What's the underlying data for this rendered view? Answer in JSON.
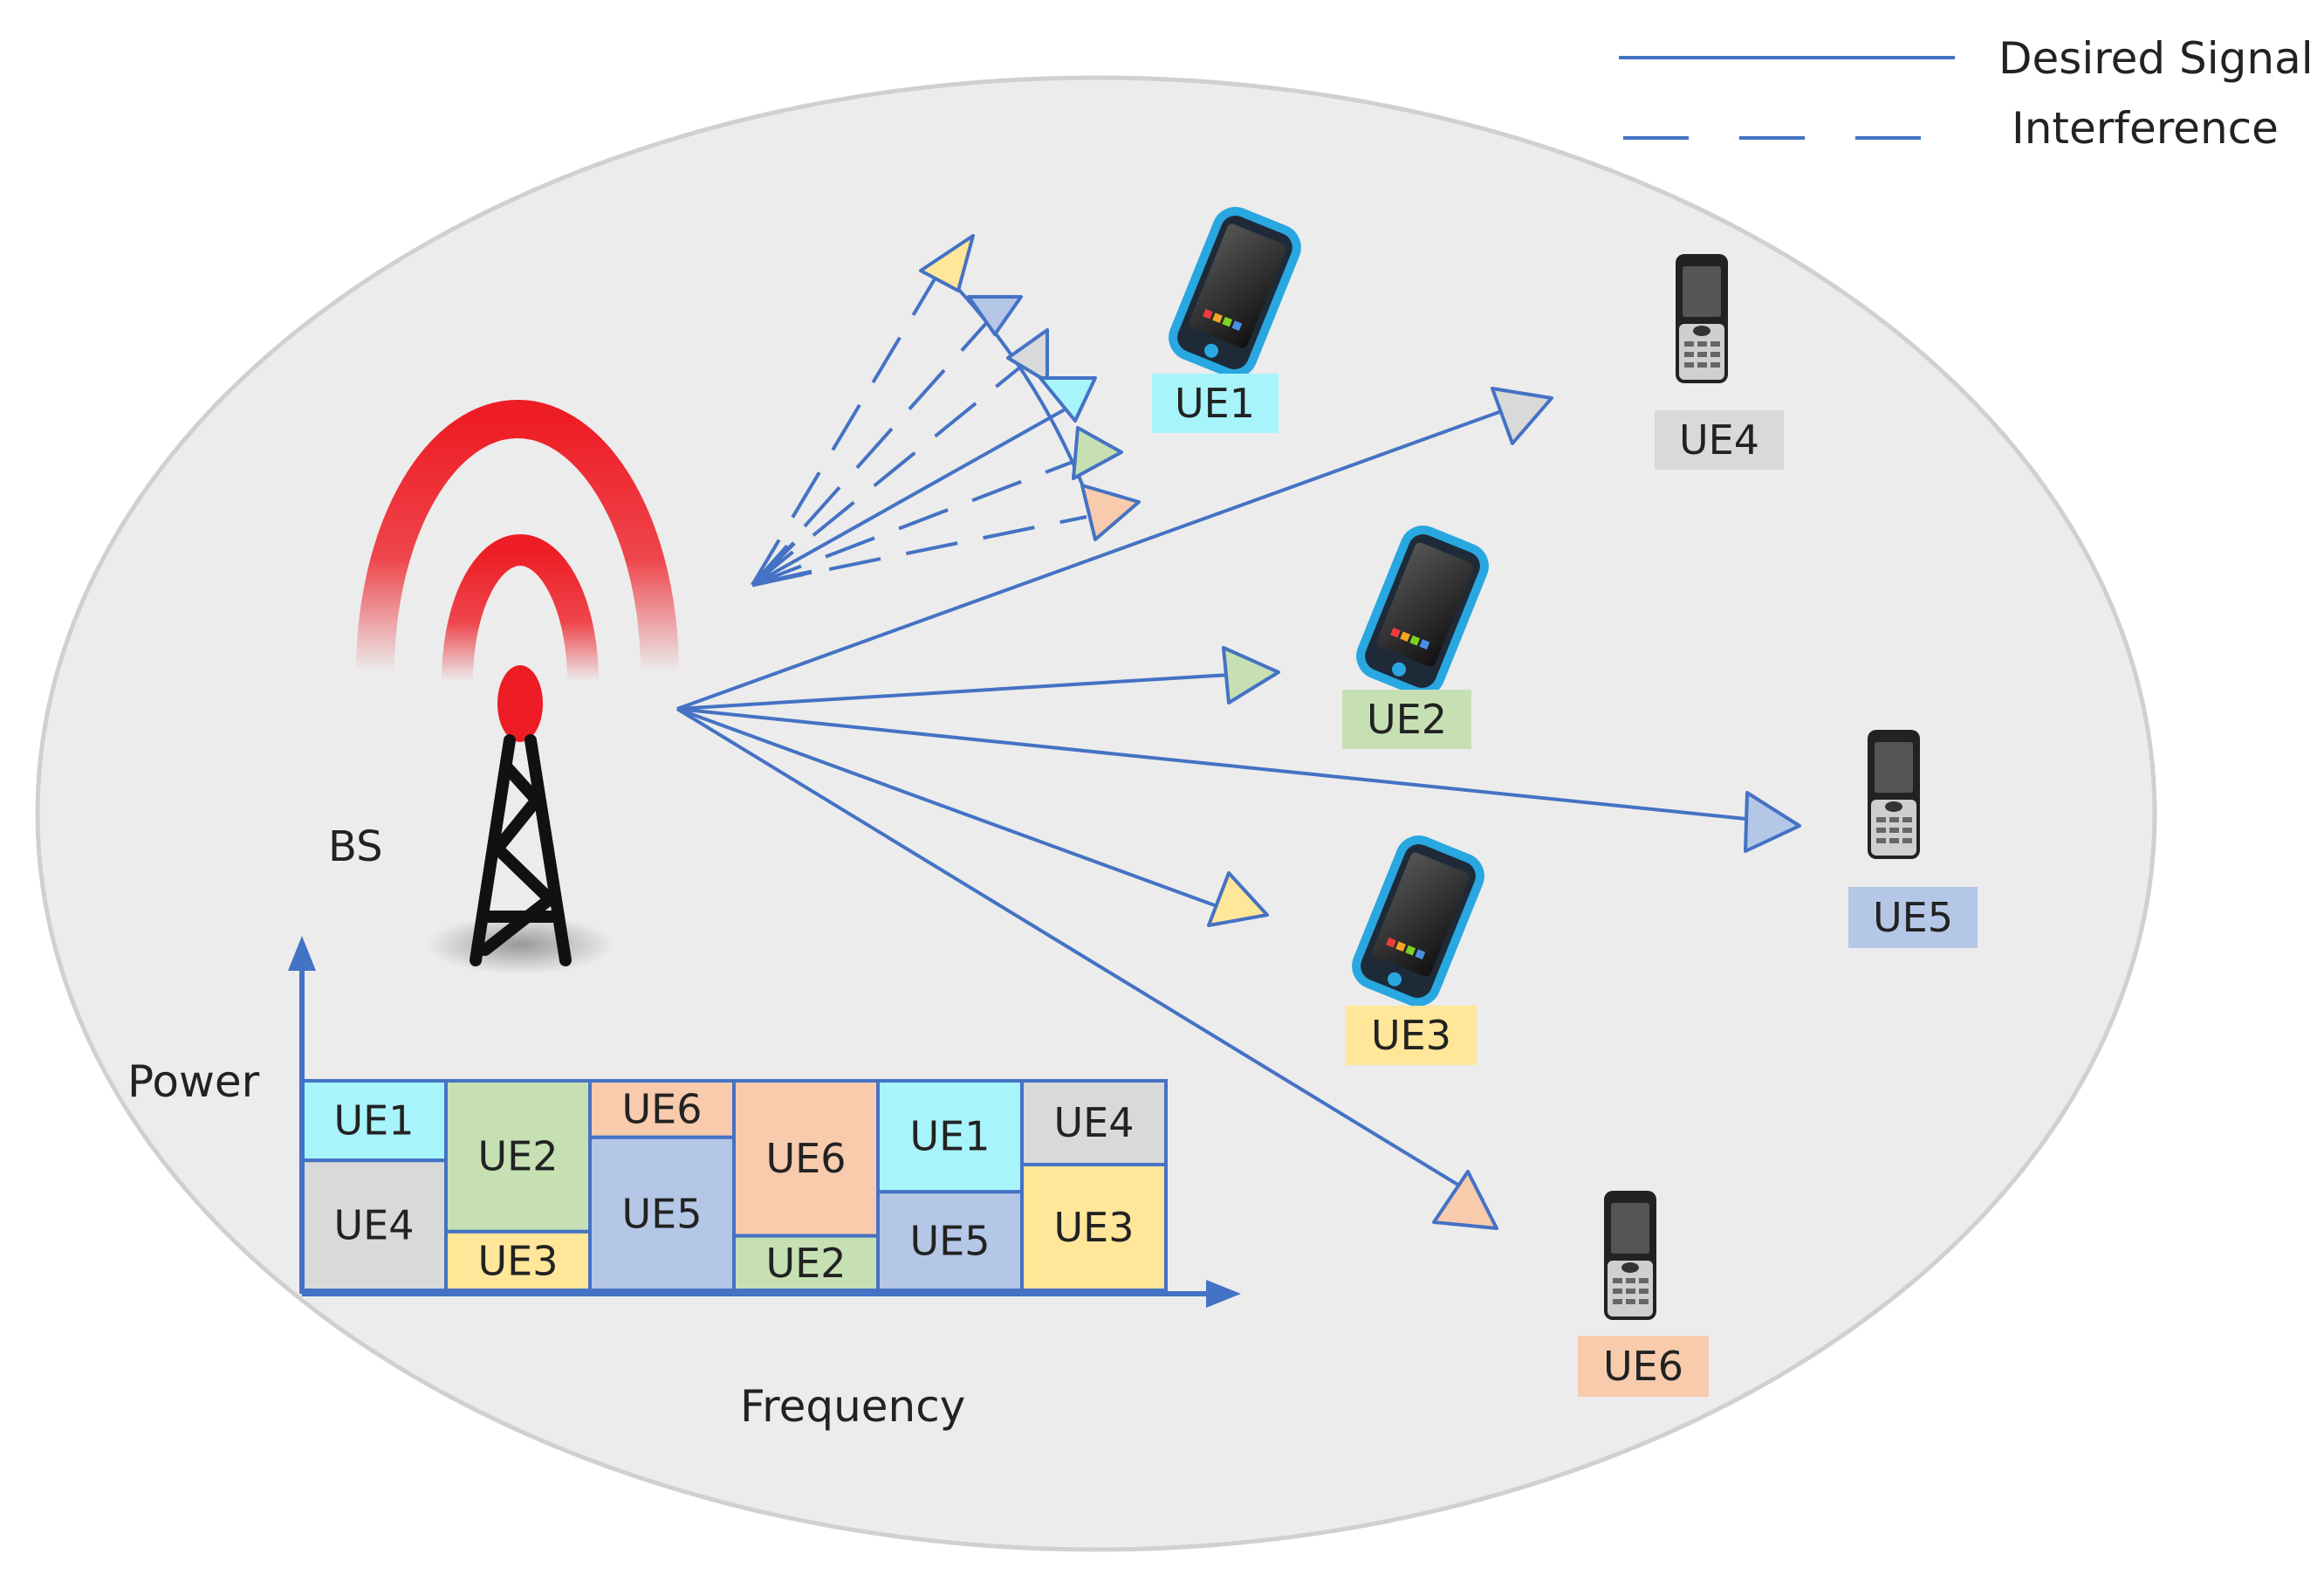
{
  "legend": {
    "desired_label": "Desired Signal",
    "interference_label": "Interference"
  },
  "base_station": {
    "label": "BS"
  },
  "users": {
    "ue1": {
      "label": "UE1",
      "color": "#a8f4fb"
    },
    "ue2": {
      "label": "UE2",
      "color": "#c6e0b4"
    },
    "ue3": {
      "label": "UE3",
      "color": "#ffe699"
    },
    "ue4": {
      "label": "UE4",
      "color": "#d9d9d9"
    },
    "ue5": {
      "label": "UE5",
      "color": "#b4c7e7"
    },
    "ue6": {
      "label": "UE6",
      "color": "#f8cbad"
    }
  },
  "spectrum": {
    "y_axis_label": "Power",
    "x_axis_label": "Frequency",
    "columns": [
      [
        {
          "ue": "ue1",
          "label": "UE1",
          "share": 0.38
        },
        {
          "ue": "ue4",
          "label": "UE4",
          "share": 0.62
        }
      ],
      [
        {
          "ue": "ue2",
          "label": "UE2",
          "share": 0.72
        },
        {
          "ue": "ue3",
          "label": "UE3",
          "share": 0.28
        }
      ],
      [
        {
          "ue": "ue6",
          "label": "UE6",
          "share": 0.27
        },
        {
          "ue": "ue5",
          "label": "UE5",
          "share": 0.73
        }
      ],
      [
        {
          "ue": "ue6",
          "label": "UE6",
          "share": 0.74
        },
        {
          "ue": "ue2",
          "label": "UE2",
          "share": 0.26
        }
      ],
      [
        {
          "ue": "ue1",
          "label": "UE1",
          "share": 0.53
        },
        {
          "ue": "ue5",
          "label": "UE5",
          "share": 0.47
        }
      ],
      [
        {
          "ue": "ue4",
          "label": "UE4",
          "share": 0.4
        },
        {
          "ue": "ue3",
          "label": "UE3",
          "share": 0.6
        }
      ]
    ]
  },
  "colors": {
    "signal_blue": "#4472c4",
    "ellipse_fill": "#ececec",
    "ellipse_stroke": "#d0d0d0",
    "tower_red": "#ee1c24"
  }
}
